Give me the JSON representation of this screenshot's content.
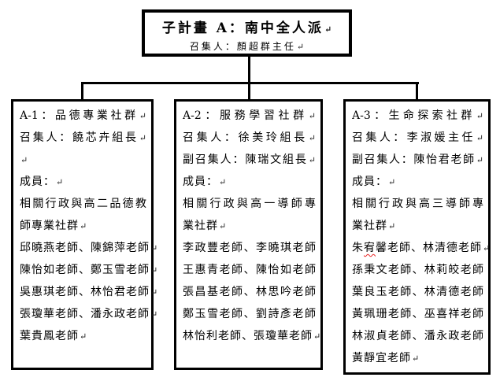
{
  "diagram": {
    "paragraph_mark": "↵",
    "colors": {
      "border": "#000000",
      "text": "#000000",
      "background": "#ffffff",
      "spellcheck_underline": "#e82222"
    },
    "root_box": {
      "title": "子計畫 A：南中全人派",
      "subtitle": "召集人：顏超群主任"
    },
    "edges": [
      {
        "from": "root",
        "to": "A-1"
      },
      {
        "from": "root",
        "to": "A-2"
      },
      {
        "from": "root",
        "to": "A-3"
      }
    ],
    "boxes": [
      {
        "id": "A-1",
        "lines": [
          {
            "text": "A-1：品德專業社群",
            "mark": true,
            "spread": true
          },
          {
            "text": "召集人：饒芯卉組長",
            "mark": true,
            "spread": true
          },
          {
            "text": "",
            "mark": true,
            "spread": false
          },
          {
            "text": "成員：",
            "mark": true,
            "spread": false
          },
          {
            "text": "相關行政與高二品德教",
            "mark": false,
            "spread": true
          },
          {
            "text": "師專業社群",
            "mark": true,
            "spread": false
          },
          {
            "text": "邱曉燕老師、陳錦萍老師",
            "mark": true,
            "spread": false
          },
          {
            "text": "陳怡如老師、鄭玉雪老師",
            "mark": true,
            "spread": false
          },
          {
            "text": "吳惠琪老師、林怡君老師",
            "mark": true,
            "spread": false
          },
          {
            "text": "張瓊華老師、潘永政老師",
            "mark": true,
            "spread": false
          },
          {
            "text": "葉貴鳳老師",
            "mark": true,
            "spread": false
          }
        ]
      },
      {
        "id": "A-2",
        "lines": [
          {
            "text": "A-2：服務學習社群",
            "mark": true,
            "spread": true
          },
          {
            "text": "召集人：徐美玲組長",
            "mark": true,
            "spread": true
          },
          {
            "text": "副召集人：陳瑞文組長",
            "mark": true,
            "spread": true
          },
          {
            "text": "成員：",
            "mark": true,
            "spread": false
          },
          {
            "text": "相關行政與高一導師專",
            "mark": false,
            "spread": true
          },
          {
            "text": "業社群",
            "mark": true,
            "spread": false
          },
          {
            "text": "李政豐老師、李曉琪老師",
            "mark": false,
            "spread": true
          },
          {
            "text": "王惠青老師、陳怡如老師",
            "mark": false,
            "spread": true
          },
          {
            "text": "張昌基老師、林思吟老師",
            "mark": false,
            "spread": true
          },
          {
            "text": "鄭玉雪老師、劉詩彥老師",
            "mark": false,
            "spread": true
          },
          {
            "text": "林怡利老師、張瓊華老師",
            "mark": true,
            "spread": false
          }
        ]
      },
      {
        "id": "A-3",
        "lines": [
          {
            "text": "A-3：生命探索社群",
            "mark": true,
            "spread": true
          },
          {
            "text": "召集人：李淑媛主任",
            "mark": true,
            "spread": true
          },
          {
            "text": "副召集人：陳怡君老師",
            "mark": true,
            "spread": true
          },
          {
            "text": "成員：",
            "mark": true,
            "spread": false
          },
          {
            "text": "相關行政與高三導師專",
            "mark": false,
            "spread": true
          },
          {
            "text": "業社群",
            "mark": true,
            "spread": false
          },
          {
            "text": "朱宥馨老師、林清德老師",
            "mark": true,
            "spread": false,
            "squiggle": {
              "start": 1,
              "end": 2
            }
          },
          {
            "text": "孫秉文老師、林莉皎老師",
            "mark": false,
            "spread": true
          },
          {
            "text": "葉良玉老師、林清德老師",
            "mark": false,
            "spread": true
          },
          {
            "text": "黃珮珊老師、巫喜祥老師",
            "mark": false,
            "spread": true
          },
          {
            "text": "林淑貞老師、潘永政老師",
            "mark": false,
            "spread": true
          },
          {
            "text": "黃靜宜老師",
            "mark": true,
            "spread": false
          }
        ]
      }
    ]
  }
}
